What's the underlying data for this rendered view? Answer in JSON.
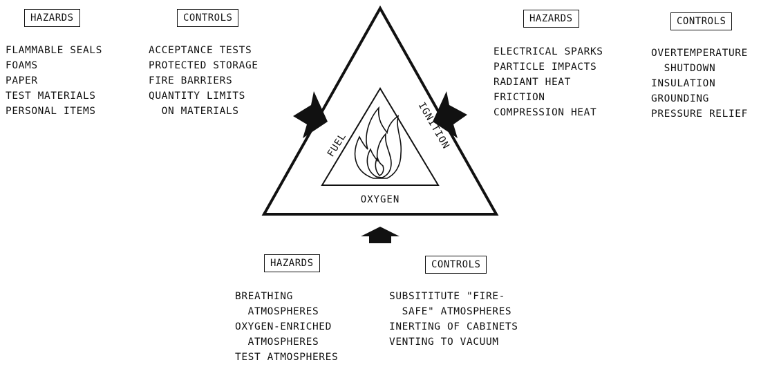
{
  "sections": {
    "fuel": {
      "hazards_label": "HAZARDS",
      "hazards": [
        "FLAMMABLE SEALS",
        "FOAMS",
        "PAPER",
        "TEST MATERIALS",
        "PERSONAL ITEMS"
      ],
      "controls_label": "CONTROLS",
      "controls": [
        "ACCEPTANCE TESTS",
        "PROTECTED STORAGE",
        "FIRE BARRIERS",
        "QUANTITY LIMITS",
        "  ON MATERIALS"
      ]
    },
    "ignition": {
      "hazards_label": "HAZARDS",
      "hazards": [
        "ELECTRICAL SPARKS",
        "PARTICLE IMPACTS",
        "RADIANT HEAT",
        "FRICTION",
        "COMPRESSION HEAT"
      ],
      "controls_label": "CONTROLS",
      "controls": [
        "OVERTEMPERATURE",
        "  SHUTDOWN",
        "INSULATION",
        "GROUNDING",
        "PRESSURE RELIEF"
      ]
    },
    "oxygen": {
      "hazards_label": "HAZARDS",
      "hazards": [
        "BREATHING",
        "  ATMOSPHERES",
        "OXYGEN-ENRICHED",
        "  ATMOSPHERES",
        "TEST ATMOSPHERES"
      ],
      "controls_label": "CONTROLS",
      "controls": [
        "SUBSITITUTE \"FIRE-",
        "  SAFE\" ATMOSPHERES",
        "INERTING OF CABINETS",
        "VENTING TO VACUUM"
      ]
    }
  },
  "triangle": {
    "fuel_label": "FUEL",
    "ignition_label": "IGNITION",
    "oxygen_label": "OXYGEN"
  }
}
